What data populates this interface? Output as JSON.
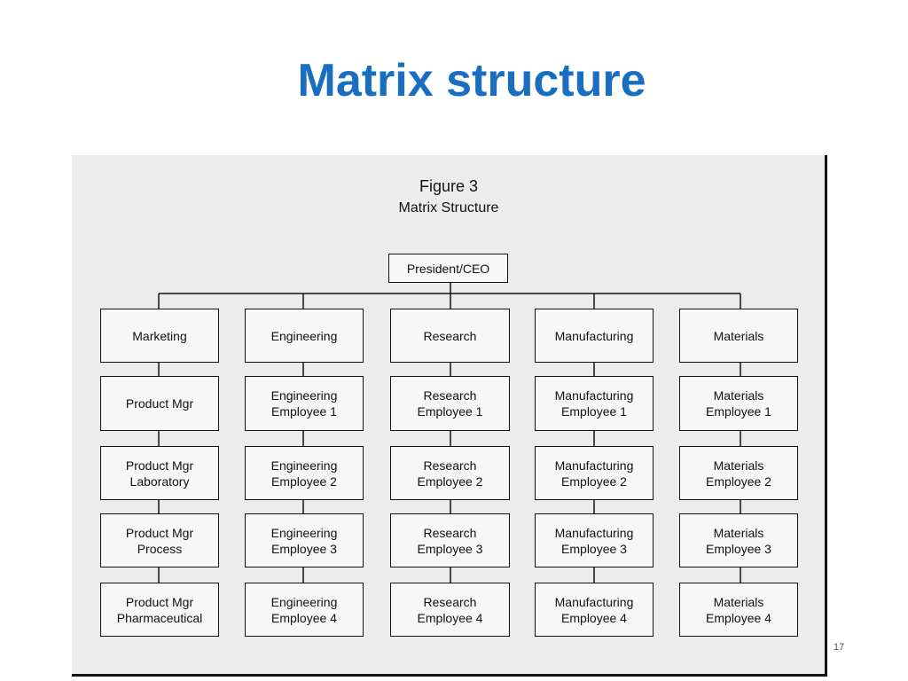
{
  "slide": {
    "title": "Matrix structure",
    "page_number": "17"
  },
  "figure": {
    "title": "Figure 3",
    "subtitle": "Matrix Structure",
    "root": "President/CEO",
    "columns": [
      {
        "label": "Marketing",
        "items": [
          "Product Mgr",
          "Product Mgr\nLaboratory",
          "Product Mgr\nProcess",
          "Product Mgr\nPharmaceutical"
        ]
      },
      {
        "label": "Engineering",
        "items": [
          "Engineering\nEmployee 1",
          "Engineering\nEmployee 2",
          "Engineering\nEmployee 3",
          "Engineering\nEmployee 4"
        ]
      },
      {
        "label": "Research",
        "items": [
          "Research\nEmployee 1",
          "Research\nEmployee 2",
          "Research\nEmployee 3",
          "Research\nEmployee 4"
        ]
      },
      {
        "label": "Manufacturing",
        "items": [
          "Manufacturing\nEmployee 1",
          "Manufacturing\nEmployee 2",
          "Manufacturing\nEmployee 3",
          "Manufacturing\nEmployee 4"
        ]
      },
      {
        "label": "Materials",
        "items": [
          "Materials\nEmployee 1",
          "Materials\nEmployee 2",
          "Materials\nEmployee 3",
          "Materials\nEmployee 4"
        ]
      }
    ]
  },
  "colors": {
    "title": "#1a6ec0",
    "panel": "#ececec",
    "lines": "#111111"
  }
}
